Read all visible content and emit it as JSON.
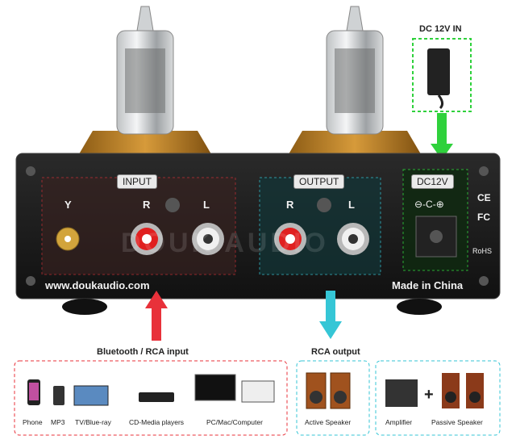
{
  "labels": {
    "dc_in": "DC 12V IN",
    "input": "INPUT",
    "output": "OUTPUT",
    "dc12v": "DC12V",
    "r_in": "R",
    "l_in": "L",
    "r_out": "R",
    "l_out": "L",
    "ant": "Y",
    "website": "www.doukaudio.com",
    "made_in": "Made in China",
    "watermark": "DOUK AUDIO",
    "ce": "CE",
    "fc": "FC",
    "rohs": "RoHS",
    "polarity": "⊖-C-⊕"
  },
  "sections": {
    "input_title": "Bluetooth / RCA input",
    "output_title": "RCA output"
  },
  "input_devices": [
    "Phone",
    "MP3",
    "TV/Blue-ray",
    "CD-Media players",
    "PC/Mac/Computer"
  ],
  "output_devices": [
    "Active Speaker",
    "Amplifier",
    "Passive Speaker"
  ],
  "plus": "+",
  "colors": {
    "input_arrow": "#e8313a",
    "output_arrow": "#35c6d6",
    "dc_arrow": "#2fd13c"
  }
}
